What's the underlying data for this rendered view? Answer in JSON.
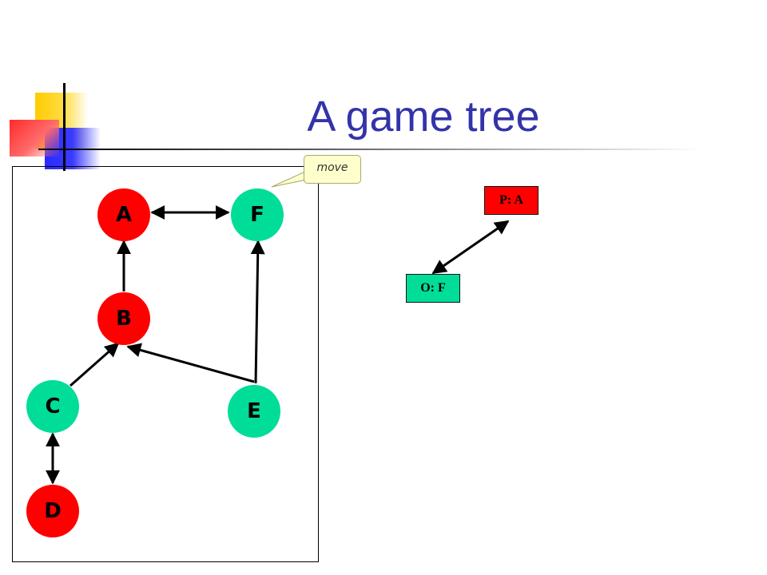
{
  "slide": {
    "title": "A game tree"
  },
  "colors": {
    "title": "#3333aa",
    "player_node": "#ff0000",
    "opponent_node": "#00dd99",
    "callout_fill": "#ffffcc"
  },
  "graph": {
    "nodes": [
      {
        "id": "A",
        "label": "A",
        "role": "player"
      },
      {
        "id": "F",
        "label": "F",
        "role": "opponent"
      },
      {
        "id": "B",
        "label": "B",
        "role": "player"
      },
      {
        "id": "C",
        "label": "C",
        "role": "opponent"
      },
      {
        "id": "E",
        "label": "E",
        "role": "opponent"
      },
      {
        "id": "D",
        "label": "D",
        "role": "player"
      }
    ],
    "edges": [
      {
        "from": "A",
        "to": "F",
        "directed": "both"
      },
      {
        "from": "B",
        "to": "A",
        "directed": "forward"
      },
      {
        "from": "E",
        "to": "F",
        "directed": "forward"
      },
      {
        "from": "C",
        "to": "B",
        "directed": "forward"
      },
      {
        "from": "E",
        "to": "B",
        "directed": "forward"
      },
      {
        "from": "C",
        "to": "D",
        "directed": "both"
      }
    ],
    "callout": {
      "label": "move",
      "points_to": "edge A-F"
    }
  },
  "tree": {
    "nodes": [
      {
        "id": "root",
        "label": "P: A",
        "role": "player"
      },
      {
        "id": "child1",
        "label": "O: F",
        "role": "opponent"
      }
    ],
    "edges": [
      {
        "from": "root",
        "to": "child1",
        "directed": "both"
      }
    ]
  }
}
